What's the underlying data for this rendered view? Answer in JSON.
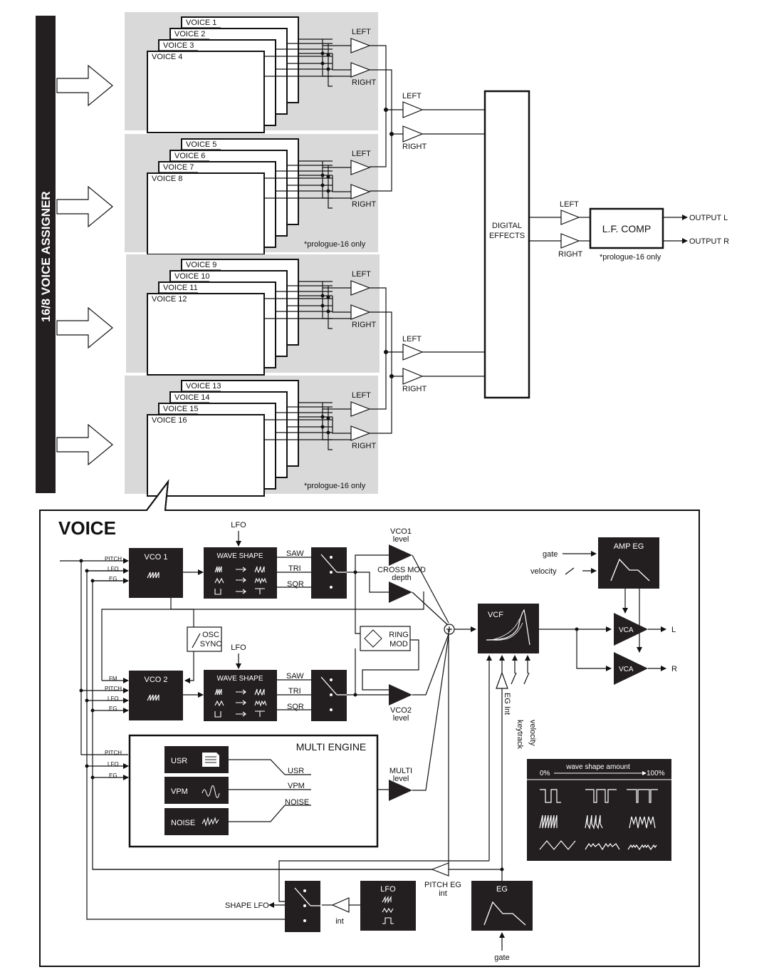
{
  "assigner": {
    "label": "16/8 VOICE ASSIGNER"
  },
  "voice_groups": [
    {
      "voices": [
        "VOICE 1",
        "VOICE 2",
        "VOICE 3",
        "VOICE 4"
      ],
      "note": ""
    },
    {
      "voices": [
        "VOICE 5",
        "VOICE 6",
        "VOICE 7",
        "VOICE 8"
      ],
      "note": "*prologue-16 only"
    },
    {
      "voices": [
        "VOICE 9",
        "VOICE 10",
        "VOICE 11",
        "VOICE 12"
      ],
      "note": ""
    },
    {
      "voices": [
        "VOICE 13",
        "VOICE 14",
        "VOICE 15",
        "VOICE 16"
      ],
      "note": "*prologue-16 only"
    }
  ],
  "channels": {
    "left": "LEFT",
    "right": "RIGHT"
  },
  "effects": {
    "line1": "DIGITAL",
    "line2": "EFFECTS"
  },
  "lfcomp": {
    "label": "L.F. COMP",
    "note": "*prologue-16 only"
  },
  "outputs": {
    "l": "OUTPUT L",
    "r": "OUTPUT R"
  },
  "voice_panel": {
    "title": "VOICE",
    "vco1": "VCO 1",
    "vco2": "VCO 2",
    "wave_shape": "WAVE SHAPE",
    "lfo_in": "LFO",
    "saw": "SAW",
    "tri": "TRI",
    "sqr": "SQR",
    "pitch": "PITCH",
    "lfo": "LFO",
    "eg": "EG",
    "fm": "FM",
    "osc_sync": [
      "OSC",
      "SYNC"
    ],
    "vco1_level": [
      "VCO1",
      "level"
    ],
    "cross_mod": [
      "CROSS MOD",
      "depth"
    ],
    "ring_mod": [
      "RING",
      "MOD"
    ],
    "vco2_level": [
      "VCO2",
      "level"
    ],
    "multi_engine": "MULTI ENGINE",
    "usr": "USR",
    "vpm": "VPM",
    "noise": "NOISE",
    "multi_level": [
      "MULTI",
      "level"
    ],
    "vcf": "VCF",
    "eg_int": "EG Int",
    "keytrack": "keytrack",
    "velocity": "velocity",
    "amp_eg": "AMP EG",
    "gate": "gate",
    "vca": "VCA",
    "out_l": "L",
    "out_r": "R",
    "shape_lfo": "SHAPE LFO",
    "int": "int",
    "pitch_eg_int": [
      "PITCH EG",
      "int"
    ],
    "lfo_block": "LFO",
    "eg_block": "EG",
    "wave_shape_amount": "wave shape amount",
    "pct_0": "0%",
    "pct_100": "100%"
  }
}
